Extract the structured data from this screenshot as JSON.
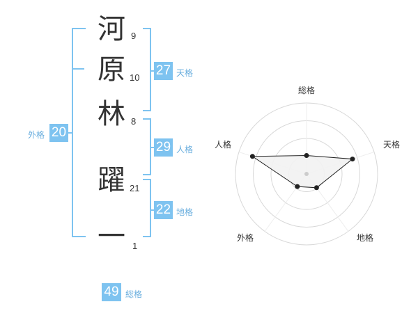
{
  "name": {
    "chars": [
      {
        "char": "河",
        "strokes": "9"
      },
      {
        "char": "原",
        "strokes": "10"
      },
      {
        "char": "林",
        "strokes": "8"
      },
      {
        "char": "躍",
        "strokes": "21"
      },
      {
        "char": "一",
        "strokes": "1"
      }
    ]
  },
  "fortune": {
    "tenkaku": {
      "value": "27",
      "label": "天格"
    },
    "jinkaku": {
      "value": "29",
      "label": "人格"
    },
    "chikaku": {
      "value": "22",
      "label": "地格"
    },
    "gaikaku": {
      "value": "20",
      "label": "外格"
    },
    "soukaku": {
      "value": "49",
      "label": "総格"
    }
  },
  "colors": {
    "accent": "#7ec3f0",
    "text": "#333333",
    "label": "#6aaede"
  },
  "chart_data": {
    "type": "radar",
    "axes": [
      "総格",
      "天格",
      "地格",
      "外格",
      "人格"
    ],
    "max": 5,
    "rings": 4,
    "values": [
      1.3,
      3.4,
      1.2,
      1.1,
      4.0
    ]
  }
}
